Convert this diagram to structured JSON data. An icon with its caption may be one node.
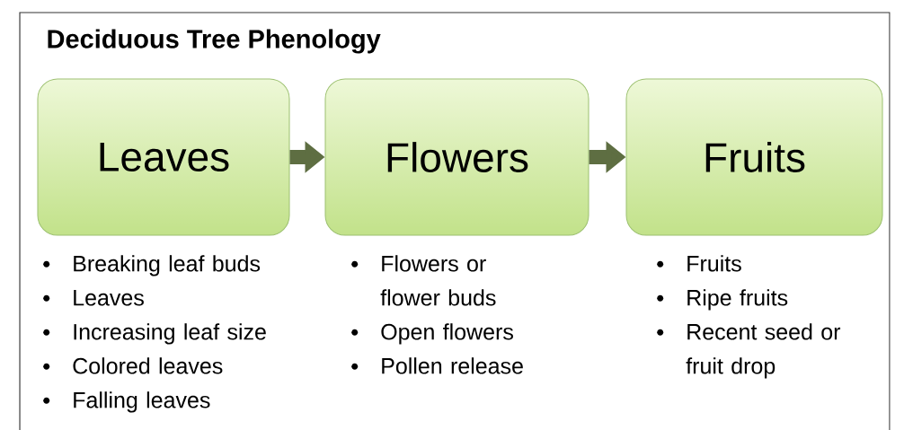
{
  "diagram": {
    "title": "Deciduous Tree Phenology",
    "nodes": [
      {
        "text": [
          "Leaves"
        ],
        "beside": [
          "Breaking leaf buds",
          "Leaves",
          "Increasing leaf size",
          "Colored leaves",
          "Falling leaves"
        ]
      },
      {
        "text": [
          "Flowers"
        ],
        "beside": [
          "Flowers or flower buds",
          "Open flowers",
          "Pollen release"
        ]
      },
      {
        "text": [
          "Fruits"
        ],
        "beside": [
          "Fruits",
          "Ripe fruits",
          "Recent seed or fruit drop"
        ]
      }
    ],
    "edges": [
      {
        "from": 0,
        "to": 1,
        "arrow": "to"
      },
      {
        "from": 1,
        "to": 2,
        "arrow": "to"
      }
    ]
  }
}
